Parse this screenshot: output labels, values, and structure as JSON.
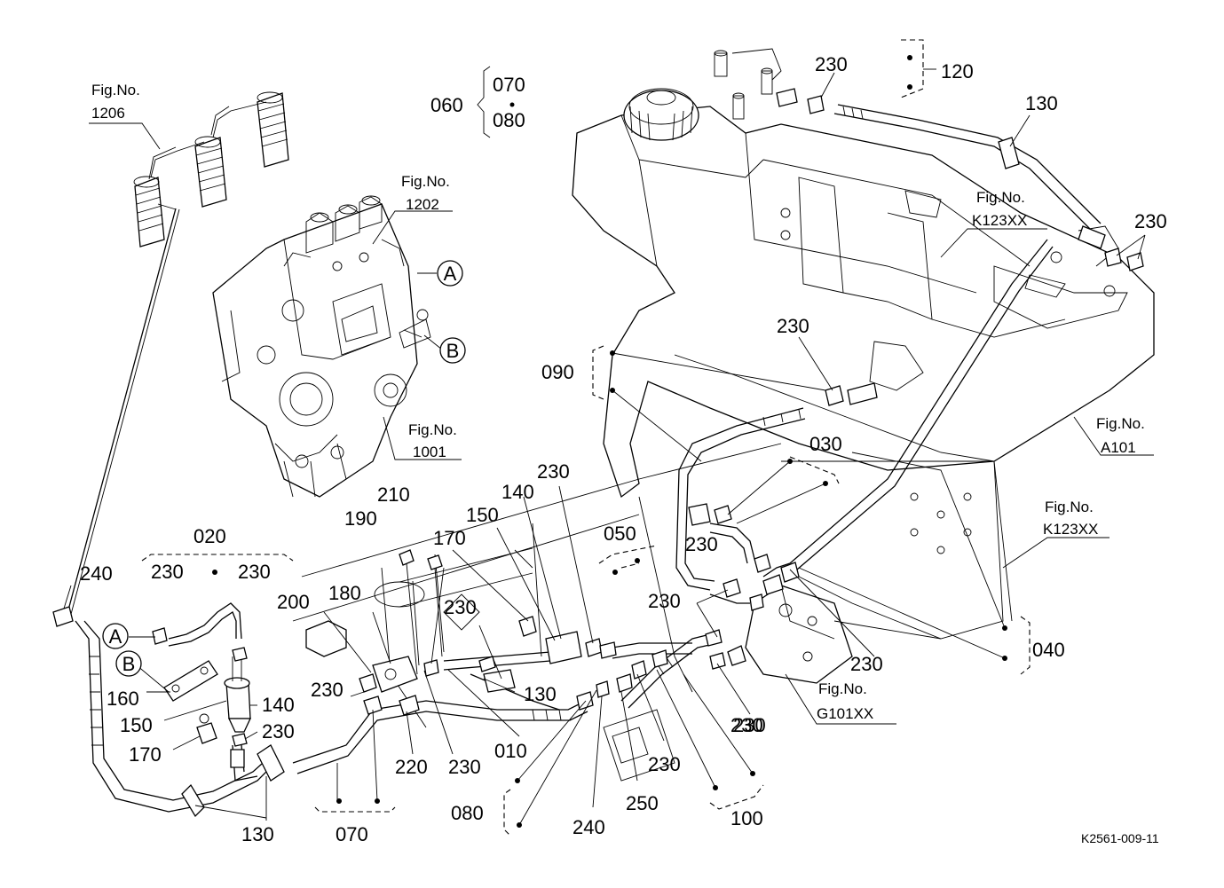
{
  "drawing_ref": "K2561-009-11",
  "fig_refs": {
    "f1206": {
      "label": "Fig.No.",
      "number": "1206"
    },
    "f1202": {
      "label": "Fig.No.",
      "number": "1202"
    },
    "f1001": {
      "label": "Fig.No.",
      "number": "1001"
    },
    "fk123a": {
      "label": "Fig.No.",
      "number": "K123XX"
    },
    "fa101": {
      "label": "Fig.No.",
      "number": "A101"
    },
    "fk123b": {
      "label": "Fig.No.",
      "number": "K123XX"
    },
    "fg101": {
      "label": "Fig.No.",
      "number": "G101XX"
    }
  },
  "markers": {
    "a": "A",
    "b": "B"
  },
  "callouts": {
    "c060": "060",
    "c070_top": "070",
    "c080_top": "080",
    "c120": "120",
    "c130_top": "130",
    "c230_top": "230",
    "c230_right": "230",
    "c230_mid": "230",
    "c090": "090",
    "c030": "030",
    "c230_a": "230",
    "c140_a": "140",
    "c150_a": "150",
    "c170_a": "170",
    "c050": "050",
    "c230_b": "230",
    "c230_c": "230",
    "c230_d": "230",
    "c040": "040",
    "c230_e": "230",
    "c190": "190",
    "c210": "210",
    "c020": "020",
    "c240_left": "240",
    "c230_f": "230",
    "c230_g": "230",
    "c200": "200",
    "c180": "180",
    "c230_h": "230",
    "c130_mid": "130",
    "c160": "160",
    "c150_b": "150",
    "c140_b": "140",
    "c230_i": "230",
    "c170_b": "170",
    "c230_j": "230",
    "c220": "220",
    "c230_k": "230",
    "c010": "010",
    "c130_bot": "130",
    "c070_bot": "070",
    "c080_bot": "080",
    "c240_bot": "240",
    "c250": "250",
    "c230_l": "230",
    "c230_m": "230",
    "c100": "100"
  }
}
